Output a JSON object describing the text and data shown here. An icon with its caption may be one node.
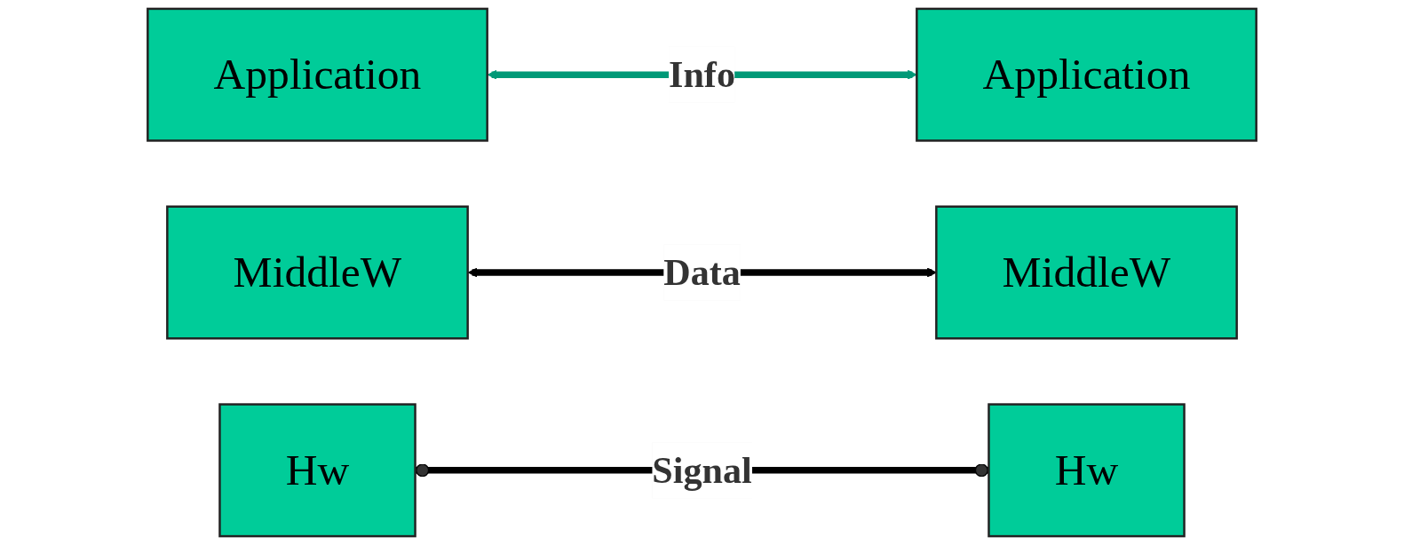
{
  "diagram": {
    "nodes": [
      {
        "text": [
          "Application"
        ]
      },
      {
        "text": [
          "Application"
        ]
      },
      {
        "text": [
          "MiddleW"
        ]
      },
      {
        "text": [
          "MiddleW"
        ]
      },
      {
        "text": [
          "Hw"
        ]
      },
      {
        "text": [
          "Hw"
        ]
      }
    ],
    "edges": [
      {
        "from": 0,
        "to": 1,
        "arrow": "both",
        "label": "Info",
        "color": "#009977"
      },
      {
        "from": 2,
        "to": 3,
        "arrow": "both",
        "label": "Data"
      },
      {
        "from": 4,
        "to": 5,
        "arrow": "other",
        "label": "Signal"
      }
    ]
  }
}
